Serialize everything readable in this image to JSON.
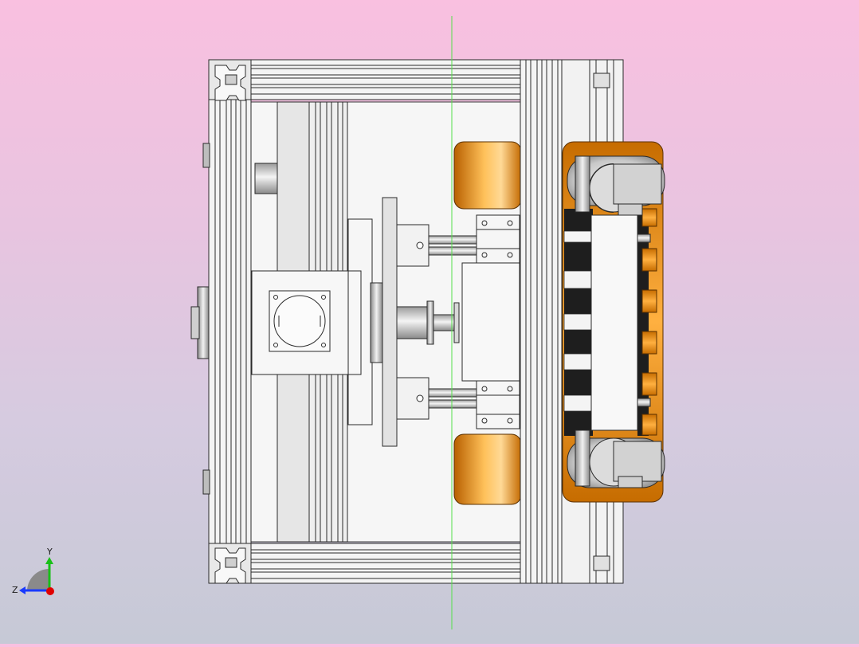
{
  "window": {
    "name": "cad-3d-viewport"
  },
  "triad": {
    "y_label": "Y",
    "z_label": "Z"
  },
  "colors": {
    "frame_stroke": "#2a2a2a",
    "frame_fill": "#f4f4f4",
    "frame_shade": "#d8d8d8",
    "wheel_orange": "#e8870f",
    "wheel_highlight": "#ffd48a",
    "wheel_dark": "#b05c00",
    "spring_black": "#1a1a1a",
    "center_line": "#54e04a",
    "axis_y": "#18c018",
    "axis_z": "#1a3aff",
    "axis_x": "#e00000"
  },
  "icons": {
    "triad": "coordinate-triad-icon",
    "profile_corner": "aluminum-profile-icon"
  }
}
